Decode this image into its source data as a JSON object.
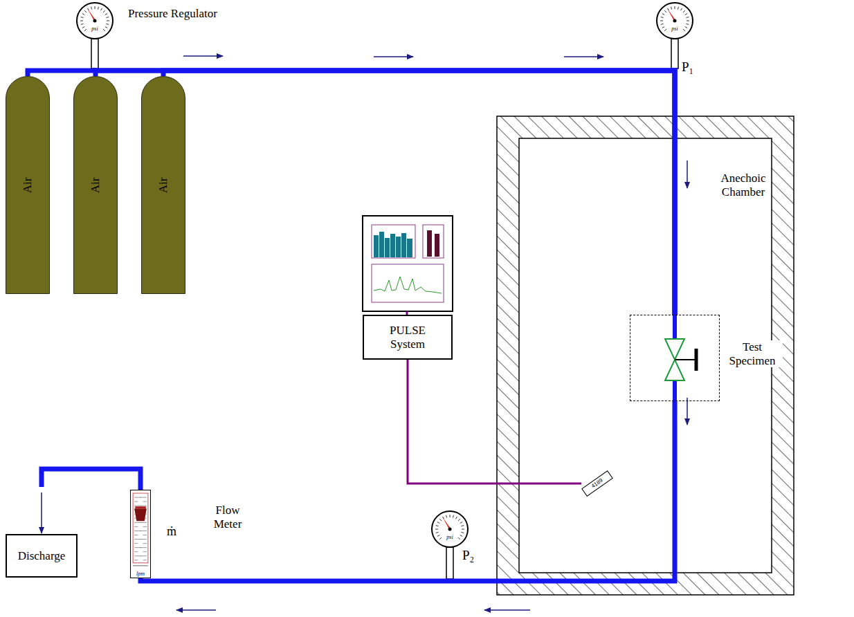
{
  "diagram": {
    "nodes": [
      {
        "text": [
          "Air"
        ]
      },
      {
        "text": [
          "Air"
        ]
      },
      {
        "text": [
          "Air"
        ]
      },
      {
        "text": [
          "psi"
        ]
      },
      {
        "text": [
          "psi"
        ]
      },
      {
        "text": [
          "Anechoic Chamber"
        ]
      },
      {
        "text": [
          "Test Specimen"
        ],
        "in": 5
      },
      {
        "text": [
          "PULSE System"
        ]
      },
      {
        "text": [
          "4189"
        ],
        "in": 5
      },
      {
        "text": [
          "Discharge"
        ]
      },
      {
        "text": [
          "lpm"
        ]
      },
      {
        "text": [
          "psi"
        ]
      }
    ],
    "edges": [
      {
        "from": 0,
        "to": 6,
        "arrow": "none"
      },
      {
        "from": 1,
        "to": 6,
        "arrow": "none"
      },
      {
        "from": 2,
        "to": 6,
        "arrow": "none"
      },
      {
        "from": 6,
        "to": 10,
        "arrow": "none"
      },
      {
        "from": 10,
        "to": 9,
        "arrow": "to"
      },
      {
        "from": 7,
        "to": 8,
        "arrow": "none"
      }
    ],
    "labels": [
      "Pressure Regulator",
      "P₁",
      "P₂",
      "ṁ",
      "Flow Meter"
    ]
  }
}
